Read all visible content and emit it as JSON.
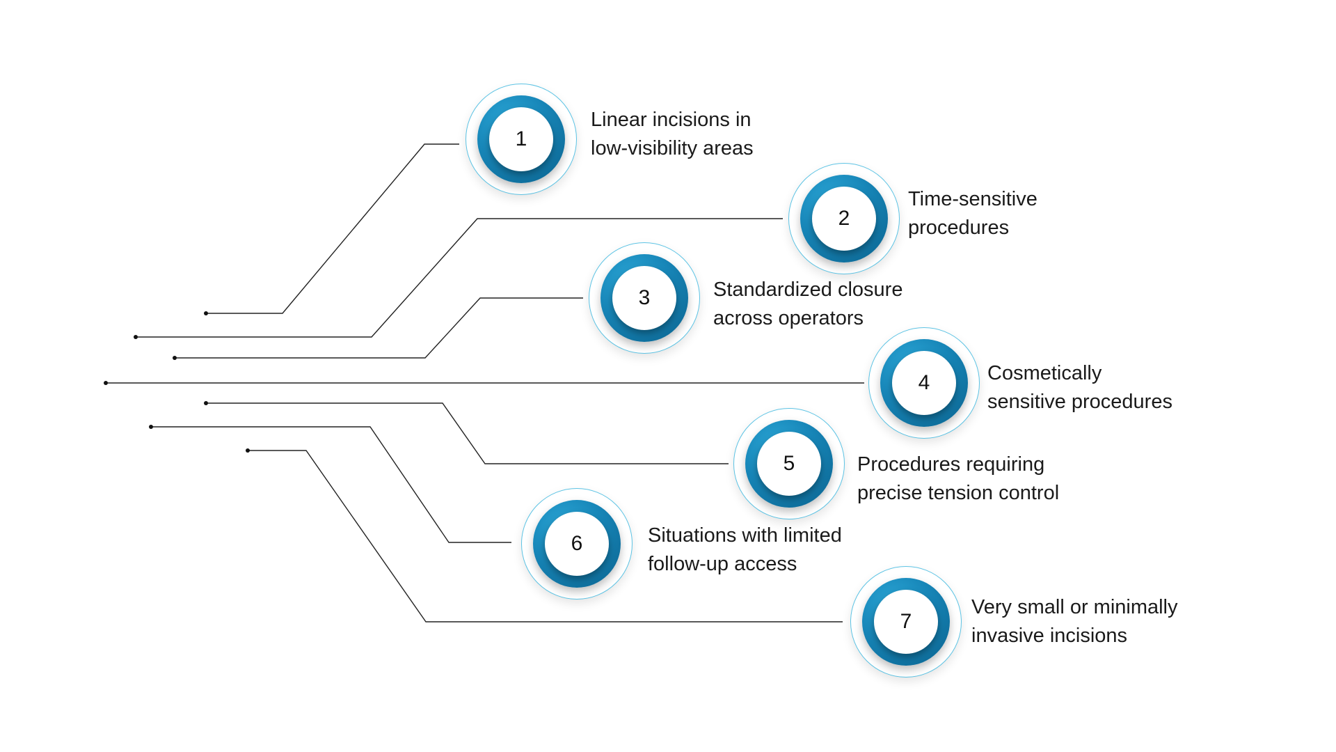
{
  "colors": {
    "ring_light": "#2ba6d6",
    "ring_dark": "#0a5f8a",
    "outer_border": "#5cc3e4",
    "line": "#222222",
    "text": "#1a1a1a"
  },
  "items": [
    {
      "number": "1",
      "line1": "Linear incisions in",
      "line2": "low-visibility areas"
    },
    {
      "number": "2",
      "line1": "Time-sensitive",
      "line2": "procedures"
    },
    {
      "number": "3",
      "line1": "Standardized closure",
      "line2": "across operators"
    },
    {
      "number": "4",
      "line1": "Cosmetically",
      "line2": "sensitive procedures"
    },
    {
      "number": "5",
      "line1": "Procedures requiring",
      "line2": "precise tension control"
    },
    {
      "number": "6",
      "line1": "Situations with limited",
      "line2": "follow-up access"
    },
    {
      "number": "7",
      "line1": "Very small or minimally",
      "line2": "invasive incisions"
    }
  ]
}
